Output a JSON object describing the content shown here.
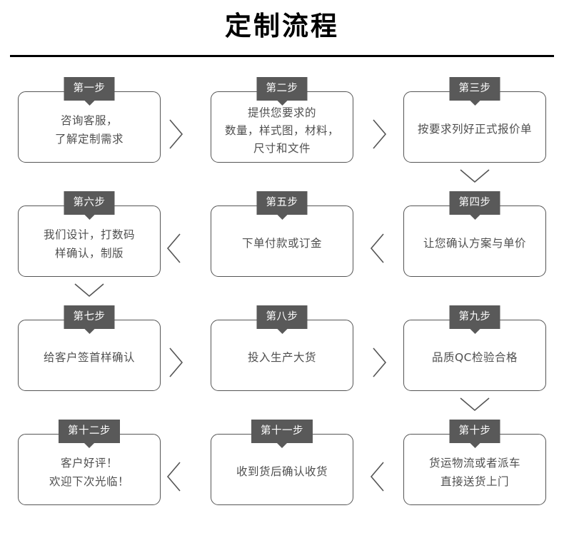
{
  "header": {
    "title": "定制流程"
  },
  "flow": {
    "rows": [
      {
        "direction": "left-to-right",
        "cells": [
          {
            "tab": "第一步",
            "text": "咨询客服，\n了解定制需求",
            "lines": 2
          },
          {
            "tab": "第二步",
            "text": "提供您要求的\n数量，样式图，材料，\n尺寸和文件",
            "lines": 3
          },
          {
            "tab": "第三步",
            "text": "按要求列好正式报价单",
            "lines": 1
          }
        ],
        "connectors": [
          "chevron-right-icon",
          "chevron-right-icon"
        ]
      },
      {
        "direction": "right-to-left",
        "cells": [
          {
            "tab": "第六步",
            "text": "我们设计，打数码\n样确认，制版",
            "lines": 2
          },
          {
            "tab": "第五步",
            "text": "下单付款或订金",
            "lines": 1
          },
          {
            "tab": "第四步",
            "text": "让您确认方案与单价",
            "lines": 1
          }
        ],
        "connectors": [
          "chevron-left-icon",
          "chevron-left-icon"
        ]
      },
      {
        "direction": "left-to-right",
        "cells": [
          {
            "tab": "第七步",
            "text": "给客户签首样确认",
            "lines": 1
          },
          {
            "tab": "第八步",
            "text": "投入生产大货",
            "lines": 1
          },
          {
            "tab": "第九步",
            "text": "品质QC检验合格",
            "lines": 1
          }
        ],
        "connectors": [
          "chevron-right-icon",
          "chevron-right-icon"
        ]
      },
      {
        "direction": "right-to-left",
        "cells": [
          {
            "tab": "第十二步",
            "text": "客户好评！\n欢迎下次光临！",
            "lines": 2
          },
          {
            "tab": "第十一步",
            "text": "收到货后确认收货",
            "lines": 1
          },
          {
            "tab": "第十步",
            "text": "货运物流或者派车\n直接送货上门",
            "lines": 2
          }
        ],
        "connectors": [
          "chevron-left-icon",
          "chevron-left-icon"
        ]
      }
    ],
    "row_links": [
      {
        "icon": "chevron-down-icon",
        "column": "right"
      },
      {
        "icon": "chevron-down-icon",
        "column": "left"
      },
      {
        "icon": "chevron-down-icon",
        "column": "right"
      }
    ]
  },
  "colors": {
    "tab_background": "#595959",
    "tab_text": "#ffffff",
    "box_border": "#555555",
    "body_text": "#4f4f4f",
    "title_text": "#000000",
    "rule": "#000000",
    "background": "#ffffff"
  }
}
